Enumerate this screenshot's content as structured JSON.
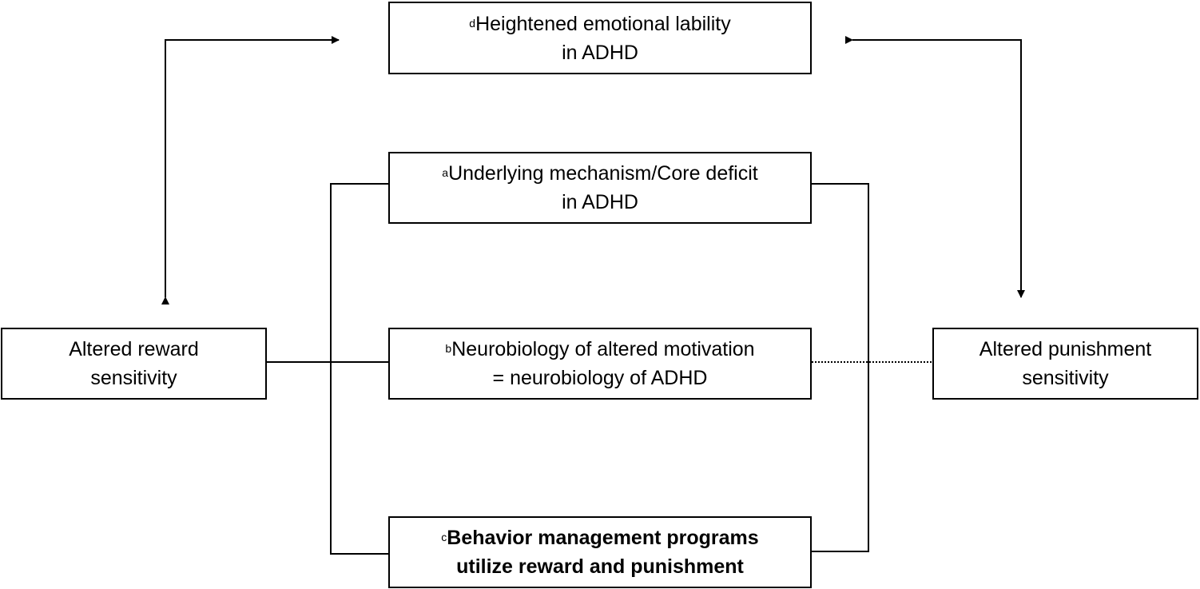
{
  "diagram": {
    "top_box": {
      "marker": "d",
      "line1": "Heightened emotional lability",
      "line2": "in ADHD"
    },
    "box_a": {
      "marker": "a",
      "line1": "Underlying mechanism/Core deficit",
      "line2": "in ADHD"
    },
    "box_b": {
      "marker": "b",
      "line1": "Neurobiology of altered motivation",
      "line2": "= neurobiology of ADHD"
    },
    "box_c": {
      "marker": "c",
      "line1": "Behavior management programs",
      "line2": "utilize reward and punishment"
    },
    "left_box": {
      "line1": "Altered reward",
      "line2": "sensitivity"
    },
    "right_box": {
      "line1": "Altered punishment",
      "line2": "sensitivity"
    }
  }
}
